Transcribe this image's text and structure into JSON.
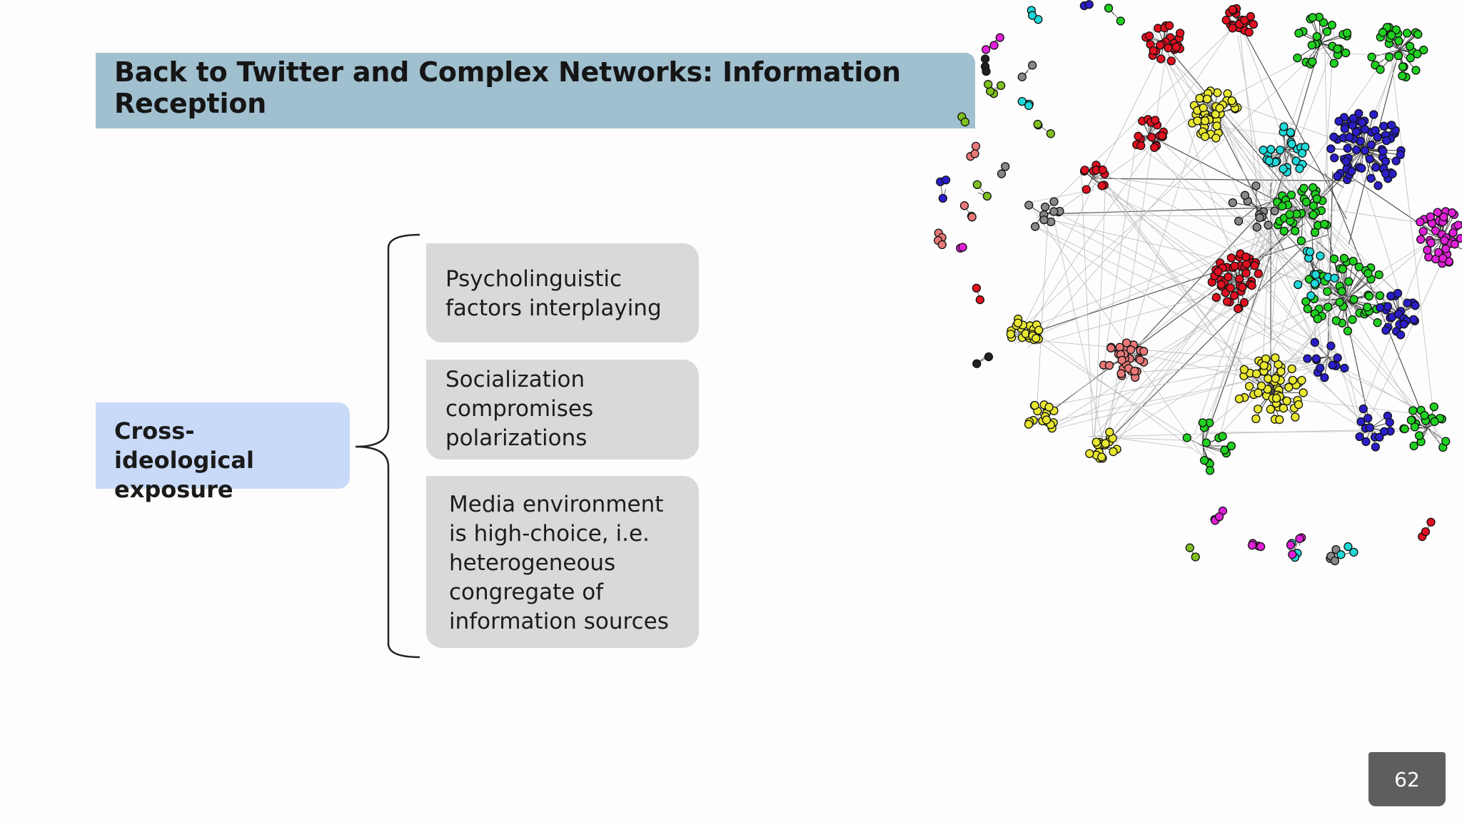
{
  "slide": {
    "title": "Back to Twitter and Complex Networks: Information Reception",
    "topic": {
      "line1": "Cross-ideological",
      "line2": "exposure"
    },
    "factors": [
      {
        "lines": [
          "Psycholinguistic",
          "factors interplaying"
        ]
      },
      {
        "lines": [
          "Socialization",
          "compromises",
          "polarizations"
        ]
      },
      {
        "lines": [
          "Media environment",
          "is high-choice, i.e.",
          "heterogeneous",
          "congregate of",
          "information sources"
        ]
      }
    ],
    "page_number": "62"
  },
  "network_image": {
    "icon": "network-graph-illustration",
    "node_colors": [
      "#e01020",
      "#e8e830",
      "#2a1ec8",
      "#20d020",
      "#e020d8",
      "#20d8d8",
      "#888888",
      "#e87878",
      "#202020",
      "#80c020"
    ]
  }
}
